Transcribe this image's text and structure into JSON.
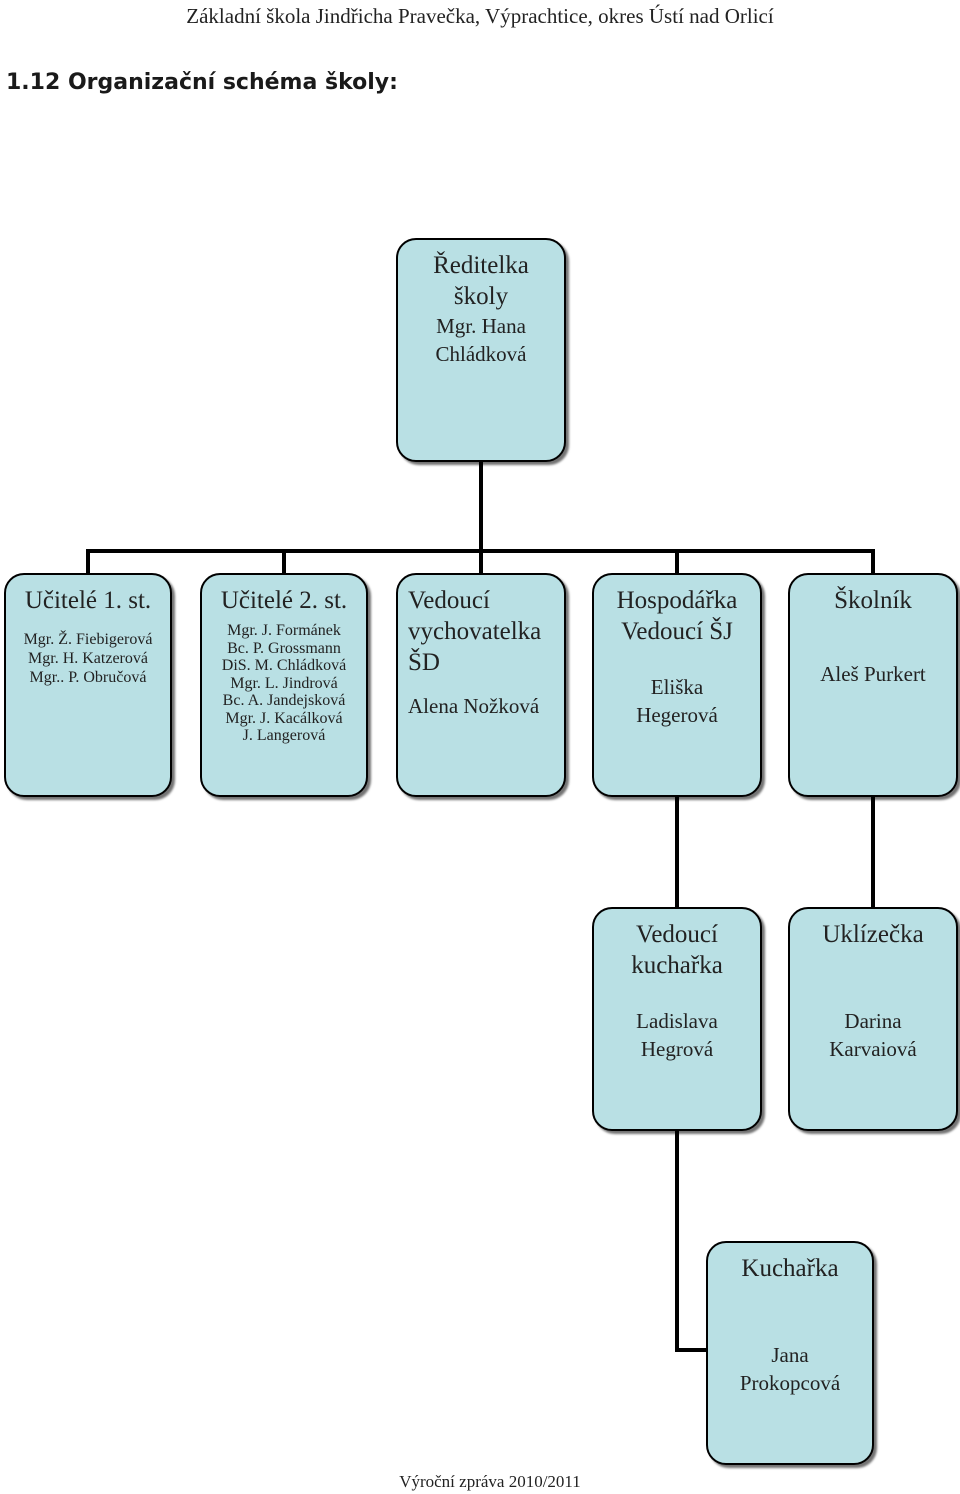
{
  "header": "Základní škola Jindřicha Pravečka, Výprachtice, okres Ústí nad Orlicí",
  "section_title": "1.12 Organizační schéma školy:",
  "footer": "Výroční zpráva 2010/2011",
  "colors": {
    "box_fill": "#b9e0e4",
    "border": "#000000"
  },
  "org": {
    "director": {
      "title_lines": [
        "Ředitelka",
        "školy"
      ],
      "name_lines": [
        "Mgr. Hana",
        "Chládková"
      ]
    },
    "teachers1": {
      "title": "Učitelé 1. st.",
      "names": [
        "Mgr. Ž. Fiebigerová",
        "Mgr. H. Katzerová",
        "Mgr.. P. Obručová"
      ]
    },
    "teachers2": {
      "title": "Učitelé 2. st.",
      "names": [
        "Mgr. J. Formánek",
        "Bc. P. Grossmann",
        "DiS. M. Chládková",
        "Mgr. L. Jindrová",
        "Bc. A. Jandejsková",
        "Mgr. J. Kacálková",
        "J. Langerová"
      ]
    },
    "educator": {
      "title_lines": [
        "Vedoucí",
        "vychovatelka",
        "ŠD"
      ],
      "name": "Alena Nožková"
    },
    "housekeeper": {
      "title_lines": [
        "Hospodářka",
        "Vedoucí ŠJ"
      ],
      "name_lines": [
        "Eliška",
        "Hegerová"
      ]
    },
    "janitor": {
      "title": "Školník",
      "name": "Aleš Purkert"
    },
    "head_cook": {
      "title_lines": [
        "Vedoucí",
        "kuchařka"
      ],
      "name_lines": [
        "Ladislava",
        "Hegrová"
      ]
    },
    "cleaner": {
      "title": "Uklízečka",
      "name_lines": [
        "Darina",
        "Karvaiová"
      ]
    },
    "cook": {
      "title": "Kuchařka",
      "name_lines": [
        "Jana",
        "Prokopcová"
      ]
    }
  }
}
